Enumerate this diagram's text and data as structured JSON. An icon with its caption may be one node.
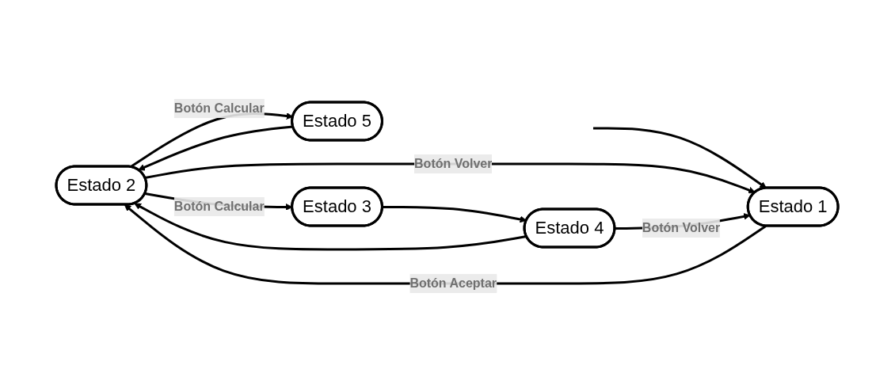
{
  "diagram": {
    "nodes": [
      {
        "text": [
          "Estado 2"
        ]
      },
      {
        "text": [
          "Estado 5"
        ]
      },
      {
        "text": [
          "Estado 1"
        ]
      },
      {
        "text": [
          "Estado 3"
        ]
      },
      {
        "text": [
          "Estado 4"
        ]
      }
    ],
    "edges": [
      {
        "from": null,
        "to": 2,
        "arrow": "to"
      },
      {
        "from": 2,
        "to": 0,
        "arrow": "to",
        "label": "Botón Aceptar"
      },
      {
        "from": 0,
        "to": 2,
        "arrow": "to",
        "label": "Botón Volver"
      },
      {
        "from": 0,
        "to": 1,
        "arrow": "to",
        "label": "Botón Calcular"
      },
      {
        "from": 1,
        "to": 0,
        "arrow": "to"
      },
      {
        "from": 0,
        "to": 3,
        "arrow": "to",
        "label": "Botón Calcular"
      },
      {
        "from": 3,
        "to": 4,
        "arrow": "to"
      },
      {
        "from": 4,
        "to": 0,
        "arrow": "to"
      },
      {
        "from": 4,
        "to": 2,
        "arrow": "to",
        "label": "Botón Volver"
      }
    ]
  }
}
